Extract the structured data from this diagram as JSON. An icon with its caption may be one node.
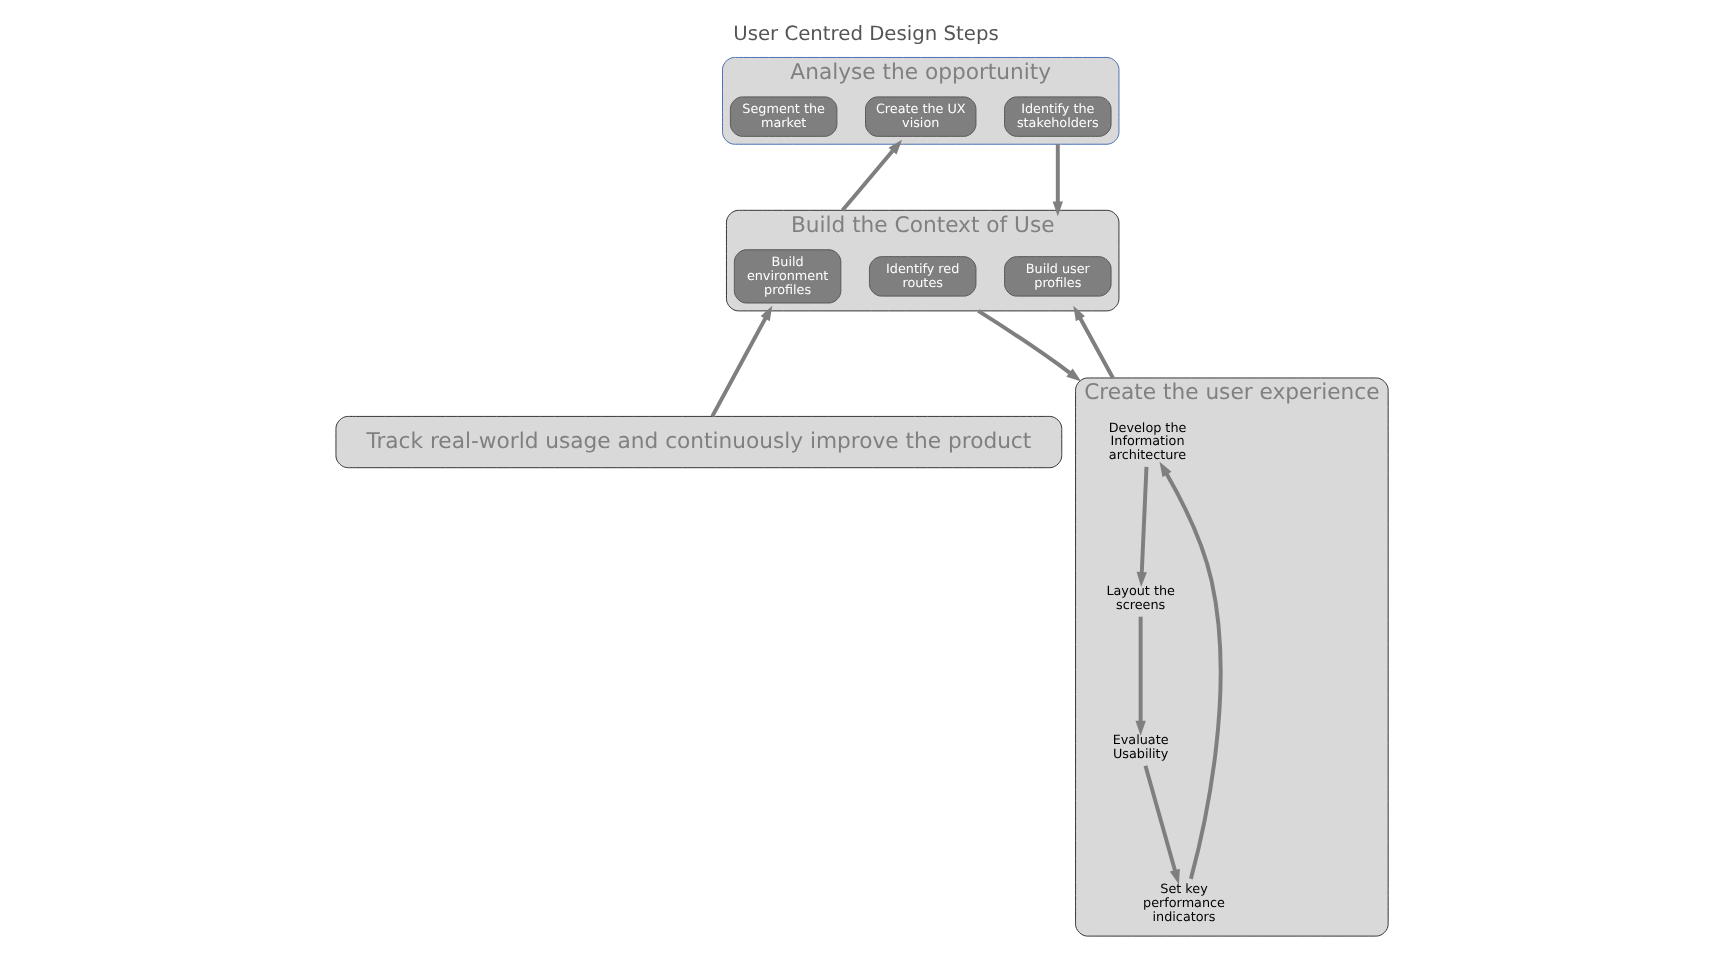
{
  "diagram": {
    "title": "User Centred Design Steps",
    "nodes": [
      {
        "text": [
          "Analyse the opportunity"
        ]
      },
      {
        "text": [
          "Identify the stakeholders"
        ],
        "in": 0
      },
      {
        "text": [
          "Create the UX vision"
        ],
        "in": 0
      },
      {
        "text": [
          "Segment the market"
        ],
        "in": 0
      },
      {
        "text": [
          "Build the Context of Use"
        ]
      },
      {
        "text": [
          "Build user profiles"
        ],
        "in": 4
      },
      {
        "text": [
          "Build environment profiles"
        ],
        "in": 4
      },
      {
        "text": [
          "Identify red routes"
        ],
        "in": 4
      },
      {
        "text": [
          "Create the user experience"
        ]
      },
      {
        "text": [
          "Develop the Information architecture"
        ],
        "in": 8
      },
      {
        "text": [
          "Layout the screens"
        ],
        "in": 8
      },
      {
        "text": [
          "Evaluate Usability"
        ],
        "in": 8
      },
      {
        "text": [
          "Set key performance indicators"
        ],
        "in": 8
      },
      {
        "text": [
          "Track real-world usage and continuously improve the product"
        ]
      }
    ],
    "edges": [
      {
        "from": 0,
        "to": 4,
        "arrow": "to"
      },
      {
        "from": 4,
        "to": 0,
        "arrow": "to"
      },
      {
        "from": 4,
        "to": 8,
        "arrow": "to"
      },
      {
        "from": 8,
        "to": 4,
        "arrow": "to"
      },
      {
        "from": 13,
        "to": 4,
        "arrow": "to"
      },
      {
        "from": 9,
        "to": 10,
        "arrow": "to"
      },
      {
        "from": 10,
        "to": 11,
        "arrow": "to"
      },
      {
        "from": 11,
        "to": 12,
        "arrow": "to"
      },
      {
        "from": 12,
        "to": 9,
        "arrow": "to"
      }
    ]
  }
}
